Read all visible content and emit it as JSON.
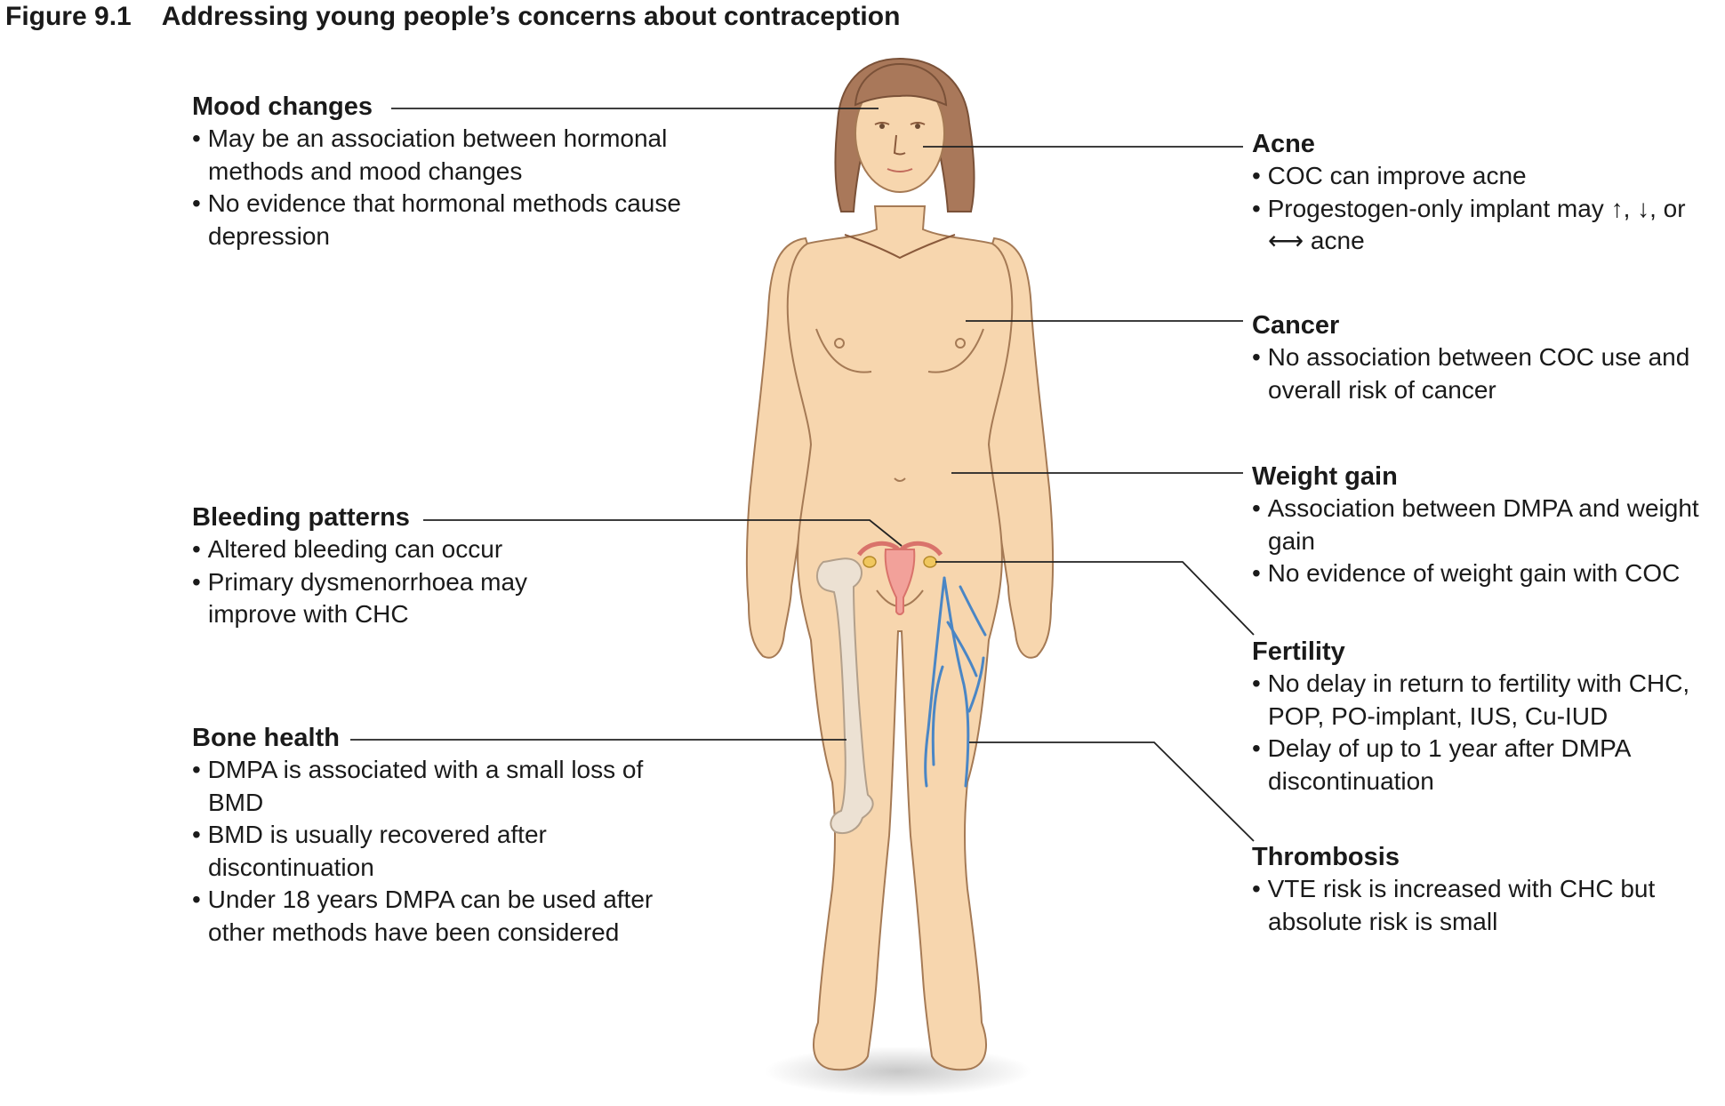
{
  "figure": {
    "number": "Figure 9.1",
    "title": "Addressing young people’s concerns about contraception"
  },
  "callouts": {
    "mood_changes": {
      "heading": "Mood changes",
      "items": [
        "May be an association between hormonal methods and mood changes",
        "No evidence that hormonal methods cause depression"
      ]
    },
    "bleeding_patterns": {
      "heading": "Bleeding patterns",
      "items": [
        "Altered bleeding can occur",
        "Primary dysmenorrhoea may improve with CHC"
      ]
    },
    "bone_health": {
      "heading": "Bone health",
      "items": [
        "DMPA is associated with a small loss of BMD",
        "BMD is usually recovered after discontinuation",
        "Under 18 years DMPA can be used after other methods have been considered"
      ]
    },
    "acne": {
      "heading": "Acne",
      "items": [
        "COC can improve acne",
        "Progestogen-only implant may ↑, ↓, or ⟷ acne"
      ]
    },
    "cancer": {
      "heading": "Cancer",
      "items": [
        "No association between COC use and overall risk of cancer"
      ]
    },
    "weight_gain": {
      "heading": "Weight gain",
      "items": [
        "Association between DMPA and weight gain",
        "No evidence of weight gain with COC"
      ]
    },
    "fertility": {
      "heading": "Fertility",
      "items": [
        "No delay in return to fertility with CHC, POP, PO-implant, IUS, Cu-IUD",
        "Delay of up to 1 year after DMPA discontinuation"
      ]
    },
    "thrombosis": {
      "heading": "Thrombosis",
      "items": [
        "VTE risk is increased with CHC but absolute risk is small"
      ]
    }
  },
  "colors": {
    "skin": "#f7d6ae",
    "skin_outline": "#a57a55",
    "hair": "#a9785a",
    "bone": "#ece1d3",
    "veins": "#4a86c5",
    "uterus": "#f2a19a",
    "leader_lines": "#222222"
  },
  "illustration": {
    "subject": "female-body-front-view",
    "features": [
      "hair-icon",
      "uterus-icon",
      "femur-bone-icon",
      "leg-veins-icon"
    ]
  }
}
